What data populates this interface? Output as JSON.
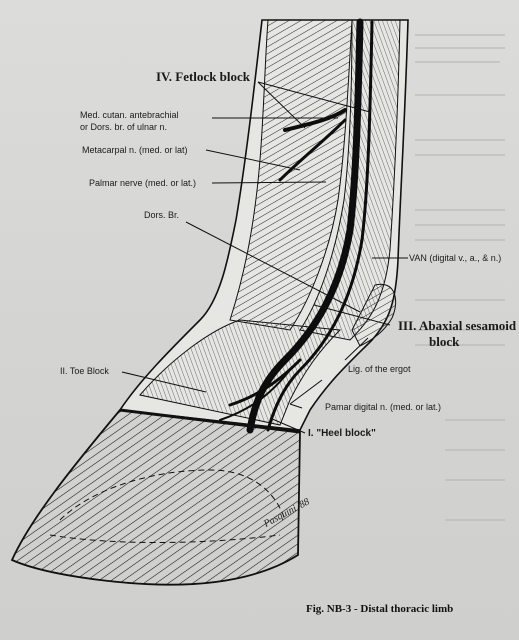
{
  "labels": {
    "fetlock_block": "IV. Fetlock block",
    "med_cutan_line1": "Med. cutan. antebrachial",
    "med_cutan_line2": "or Dors. br. of ulnar n.",
    "metacarpal_n": "Metacarpal n. (med. or lat)",
    "palmar_nerve": "Palmar nerve (med. or lat.)",
    "dors_br": "Dors. Br.",
    "van": "VAN (digital v., a., & n.)",
    "abaxial_line1": "III. Abaxial sesamoid",
    "abaxial_line2": "block",
    "toe_block": "II. Toe Block",
    "lig_ergot": "Lig. of the ergot",
    "palmar_digital": "Pamar digital n. (med. or lat.)",
    "heel_block": "I. \"Heel block\""
  },
  "signature": "Pasquini '88",
  "caption": "Fig. NB-3 - Distal thoracic limb"
}
